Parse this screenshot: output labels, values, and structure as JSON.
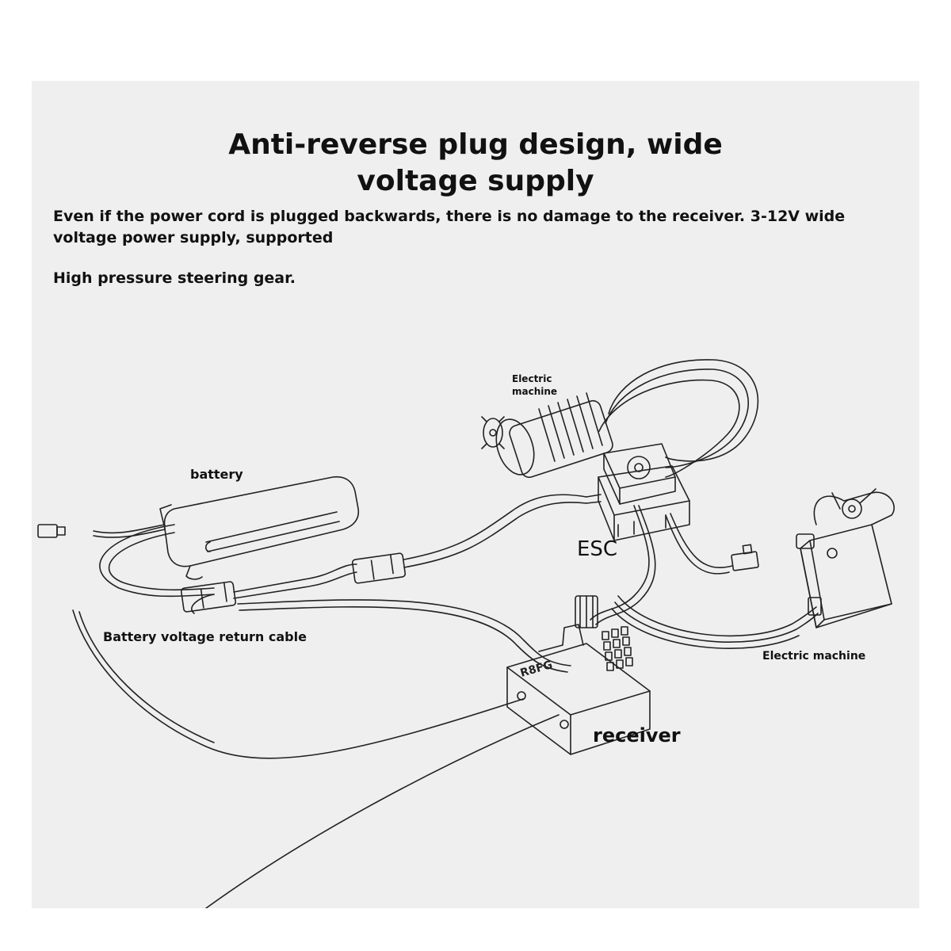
{
  "heading": {
    "line1": "Anti-reverse plug design, wide",
    "line2": "voltage supply"
  },
  "description": {
    "line1": "Even if the power cord is plugged backwards, there is no damage to the receiver. 3-12V wide",
    "line2": "voltage power supply, supported",
    "line3": "High pressure steering gear."
  },
  "labels": {
    "motor_top_line1": "Electric",
    "motor_top_line2": "machine",
    "battery": "battery",
    "esc": "ESC",
    "return_cable": "Battery voltage return cable",
    "motor_right": "Electric machine",
    "receiver": "receiver"
  },
  "receiver_device": {
    "model": "R8FG"
  },
  "colors": {
    "panel": "#efefef",
    "ink": "#111111"
  }
}
